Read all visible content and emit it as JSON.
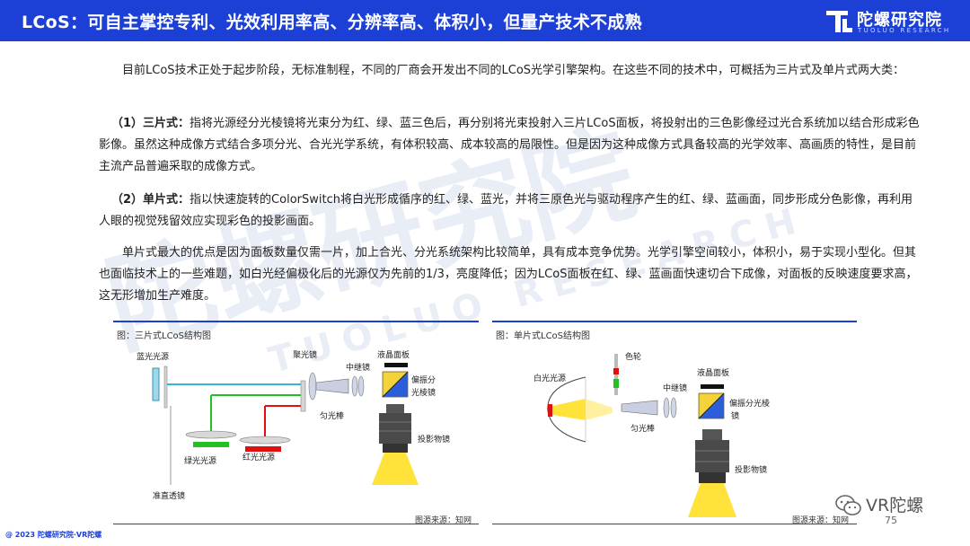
{
  "header": {
    "title": "LCoS：可自主掌控专利、光效利用率高、分辨率高、体积小，但量产技术不成熟",
    "brand_name": "陀螺研究院",
    "brand_sub": "TUOLUO RESEARCH"
  },
  "watermark": {
    "text": "陀螺研究院",
    "sub": "TUOLUO RESEARCH"
  },
  "content": {
    "p1": "目前LCoS技术正处于起步阶段，无标准制程，不同的厂商会开发出不同的LCoS光学引擎架构。在这些不同的技术中，可概括为三片式及单片式两大类：",
    "p2_lead": "（1）三片式：",
    "p2": "指将光源经分光棱镜将光束分为红、绿、蓝三色后，再分别将光束投射入三片LCoS面板，将投射出的三色影像经过光合系统加以结合形成彩色影像。虽然这种成像方式结合多项分光、合光光学系统，有体积较高、成本较高的局限性。但是因为这种成像方式具备较高的光学效率、高画质的特性，是目前主流产品普遍采取的成像方式。",
    "p3_lead": "（2）单片式：",
    "p3": "指以快速旋转的ColorSwitch将白光形成循序的红、绿、蓝光，并将三原色光与驱动程序产生的红、绿、蓝画面，同步形成分色影像，再利用人眼的视觉残留效应实现彩色的投影画面。",
    "p4": "单片式最大的优点是因为面板数量仅需一片，加上合光、分光系统架构比较简单，具有成本竞争优势。光学引擎空间较小，体积小，易于实现小型化。但其也面临技术上的一些难题，如白光经偏极化后的光源仅为先前的1/3，亮度降低；因为LCoS面板在红、绿、蓝画面快速切合下成像，对面板的反映速度要求高，这无形增加生产难度。"
  },
  "figure_left": {
    "caption": "图：三片式LCoS结构图",
    "source": "图源来源：知网",
    "labels": {
      "blue_source": "蓝光光源",
      "green_source": "绿光光源",
      "red_source": "红光光源",
      "collimator": "准直透镜",
      "condenser": "聚光镜",
      "relay": "中继镜",
      "lcd_panel": "液晶面板",
      "rod": "匀光棒",
      "pbs_1": "偏振分",
      "pbs_2": "光棱镜",
      "projection_lens": "投影物镜"
    }
  },
  "figure_right": {
    "caption": "图：单片式LCoS结构图",
    "source": "图源来源：知网",
    "labels": {
      "white_source": "白光光源",
      "color_wheel": "色轮",
      "relay": "中继镜",
      "lcd_panel": "液晶面板",
      "rod": "匀光棒",
      "pbs_1": "偏振分光棱",
      "pbs_2": "镜",
      "projection_lens": "投影物镜"
    }
  },
  "footer": {
    "copyright": "@ 2023 陀螺研究院·VR陀螺",
    "page": "75",
    "wechat": "VR陀螺"
  },
  "colors": {
    "brand_blue": "#1c3fd6",
    "green": "#22c022",
    "red": "#e01010",
    "cyan": "#35b6d8",
    "yellow": "#ffe23a"
  }
}
